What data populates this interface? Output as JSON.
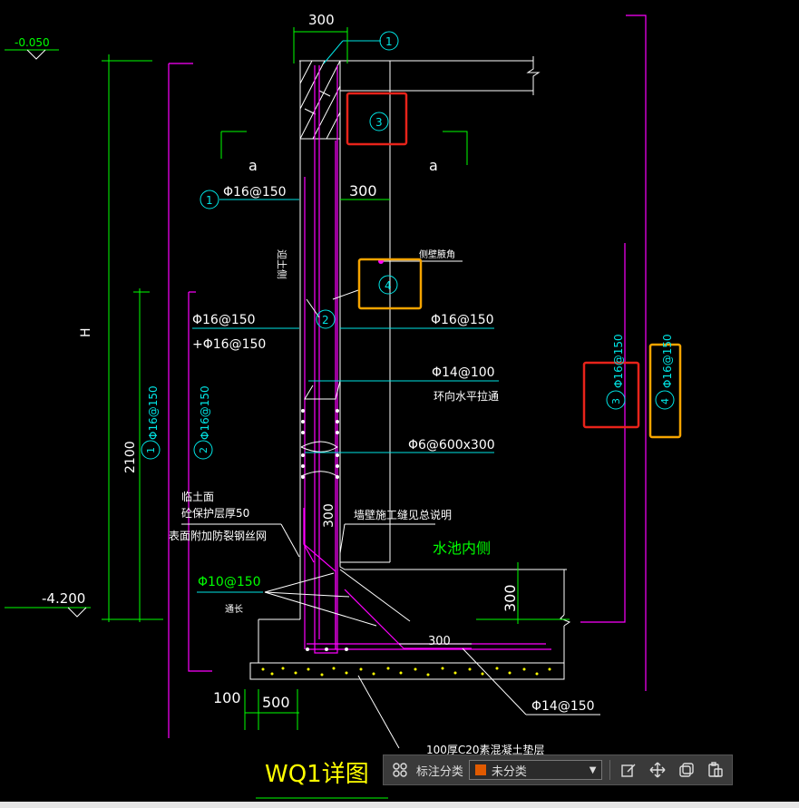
{
  "drawing": {
    "title": "WQ1详图",
    "elevation_top": "-0.050",
    "elevation_bottom": "-4.200",
    "dim_wall_thickness_top": "300",
    "dim_300_mid": "300",
    "dim_H": "H",
    "dim_2100": "2100",
    "dim_300_vertical": "300",
    "dim_300_right": "300",
    "dim_300_haunch": "300",
    "dim_100": "100",
    "dim_500": "500",
    "section_mark_left": "a",
    "section_mark_right": "a",
    "rebar_1": "Φ16@150",
    "rebar_2a": "Φ16@150",
    "rebar_2b": "+Φ16@150",
    "rebar_right_2": "Φ16@150",
    "rebar_horizontal": "Φ14@100",
    "rebar_horizontal_note": "环向水平拉通",
    "rebar_tie": "Φ6@600x300",
    "rebar_haunch": "Φ10@150",
    "rebar_haunch_note": "通长",
    "rebar_bottom": "Φ14@150",
    "label_soil_side": "迎土侧",
    "label_side_corner": "侧壁腋角",
    "note_soil_face_1": "临土面",
    "note_soil_face_2": "砼保护层厚50",
    "note_soil_face_3": "表面附加防裂钢丝网",
    "note_construction": "墙壁施工缝见总说明",
    "label_pool_inside": "水池内侧",
    "note_cushion": "100厚C20素混凝土垫层",
    "vert_rebar_1": "Φ16@150",
    "vert_rebar_2": "Φ16@150",
    "vert_rebar_3": "Φ16@150",
    "vert_rebar_4": "Φ16@150",
    "circles": {
      "c1_top": "1",
      "c1": "1",
      "c2": "2",
      "c3_top": "3",
      "c4": "4",
      "v1": "1",
      "v2": "2",
      "v3": "3",
      "v4": "4"
    }
  },
  "toolbar": {
    "category_label": "标注分类",
    "category_value": "未分类",
    "swatch_color": "#e05a00"
  },
  "colors": {
    "magenta": "#ff00ff",
    "cyan": "#00e5e5",
    "white": "#ffffff",
    "yellow": "#ffff00",
    "green": "#00ff00",
    "red_box": "#e8231a",
    "orange_box": "#f5a400"
  }
}
